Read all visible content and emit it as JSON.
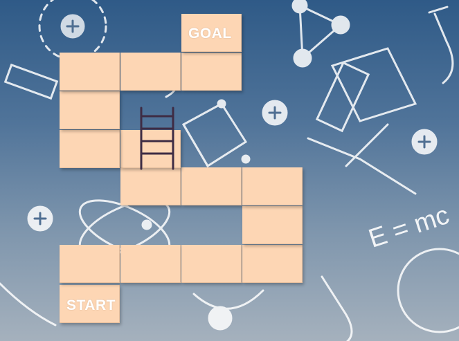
{
  "game": {
    "start_label": "START",
    "goal_label": "GOAL",
    "background_formula": "E = mc",
    "tile_color": "#fdd6b4",
    "ladder_color": "#3e2c44"
  }
}
